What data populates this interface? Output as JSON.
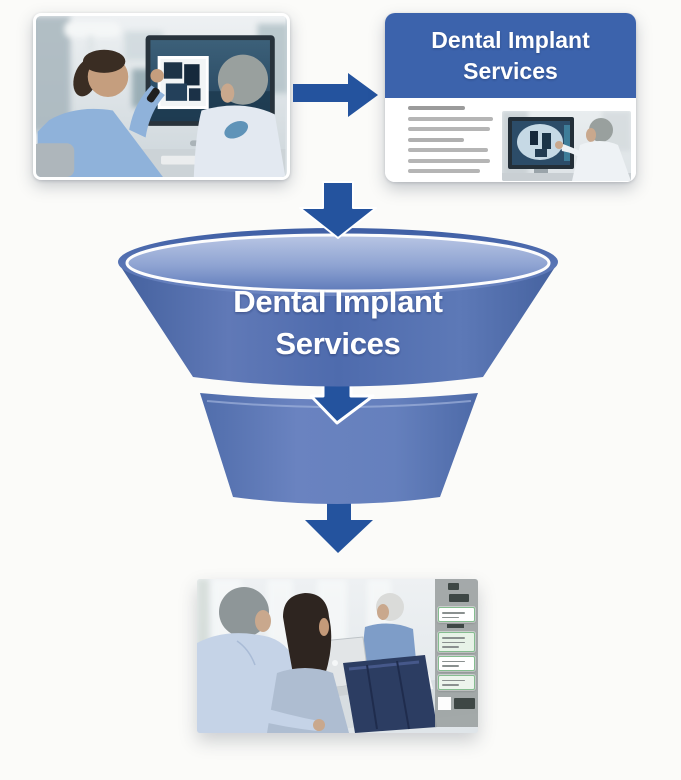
{
  "colors": {
    "arrow_blue": "#24539e",
    "card_header_blue": "#3c63ac",
    "funnel_body_dark": "#44619e",
    "funnel_body_light": "#6079b7",
    "funnel_rim_light": "#b9c6e4",
    "panel_green": "#85bd90",
    "panel_dark": "#3e4745",
    "page_background": "#fbfbf9"
  },
  "icons": {
    "arrow_right": "solid right-pointing block arrow",
    "arrow_down": "solid down-pointing block arrow"
  },
  "top_photo": {
    "alt": "Dental professional in blue scrubs showing X-ray images on a monitor to a gray-haired patient"
  },
  "flow_card": {
    "title": "Dental Implant Services",
    "text_bars": [
      {
        "width": 57,
        "shade": "#9b9b9b"
      },
      {
        "width": 85,
        "shade": "#b5b5b5"
      },
      {
        "width": 82,
        "shade": "#b5b5b5"
      },
      {
        "width": 56,
        "shade": "#b0b0b0"
      },
      {
        "width": 80,
        "shade": "#b5b5b5"
      },
      {
        "width": 82,
        "shade": "#b5b5b5"
      },
      {
        "width": 72,
        "shade": "#b5b5b5"
      }
    ],
    "photo_alt": "Dentist pointing at a dental X-ray on a monitor"
  },
  "funnel": {
    "lines": [
      "Dental Implant",
      "Services"
    ]
  },
  "bottom_photo": {
    "alt": "Couple consulting with a dental professional seated at a laptop",
    "panel": {
      "cards": [
        {
          "bg": "#ffffff",
          "lines": 2
        },
        {
          "bg": "#e7f2e7",
          "lines": 3
        },
        {
          "bg": "#ffffff",
          "lines": 2
        },
        {
          "bg": "#ecf4ec",
          "lines": 2
        }
      ]
    }
  }
}
